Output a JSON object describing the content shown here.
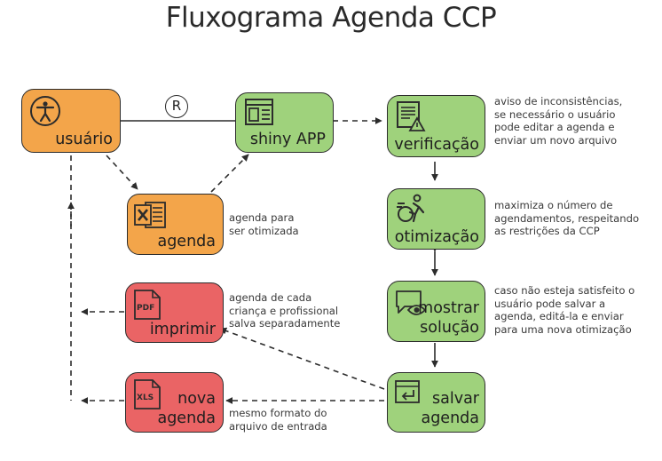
{
  "title": "Fluxograma Agenda CCP",
  "nodes": {
    "usuario": {
      "label": "usuário",
      "color": "#f3a54a",
      "icon": "accessibility-person-icon"
    },
    "shiny": {
      "label": "shiny APP",
      "color": "#9fd27c",
      "icon": "app-layout-icon"
    },
    "verificacao": {
      "label": "verificação",
      "color": "#9fd27c",
      "icon": "document-warning-icon"
    },
    "agenda": {
      "label": "agenda",
      "color": "#f3a54a",
      "icon": "excel-file-icon"
    },
    "otimizacao": {
      "label": "otimização",
      "color": "#9fd27c",
      "icon": "running-person-icon"
    },
    "imprimir": {
      "label": "imprimir",
      "color": "#ea6465",
      "icon": "pdf-file-icon",
      "file_tag": "PDF"
    },
    "mostrar": {
      "label_line1": "mostrar",
      "label_line2": "solução",
      "color": "#9fd27c",
      "icon": "chat-eye-icon"
    },
    "nova_agenda": {
      "label_line1": "nova",
      "label_line2": "agenda",
      "color": "#ea6465",
      "icon": "xls-file-icon",
      "file_tag": "XLS"
    },
    "salvar": {
      "label_line1": "salvar",
      "label_line2": "agenda",
      "color": "#9fd27c",
      "icon": "window-enter-icon"
    }
  },
  "connector_mark": "R",
  "notes": {
    "verificacao": [
      "aviso de inconsistências,",
      "se necessário o usuário",
      "pode editar a agenda e",
      "enviar um novo arquivo"
    ],
    "agenda": [
      "agenda para",
      "ser otimizada"
    ],
    "otimizacao": [
      "maximiza o número de",
      "agendamentos, respeitando",
      "as restrições da CCP"
    ],
    "imprimir": [
      "agenda de cada",
      "criança e profissional",
      "salva separadamente"
    ],
    "mostrar": [
      "caso não esteja satisfeito o",
      "usuário pode salvar a",
      "agenda, editá-la e enviar",
      "para uma nova otimização"
    ],
    "nova_agenda": [
      "mesmo formato do",
      "arquivo de entrada"
    ]
  }
}
